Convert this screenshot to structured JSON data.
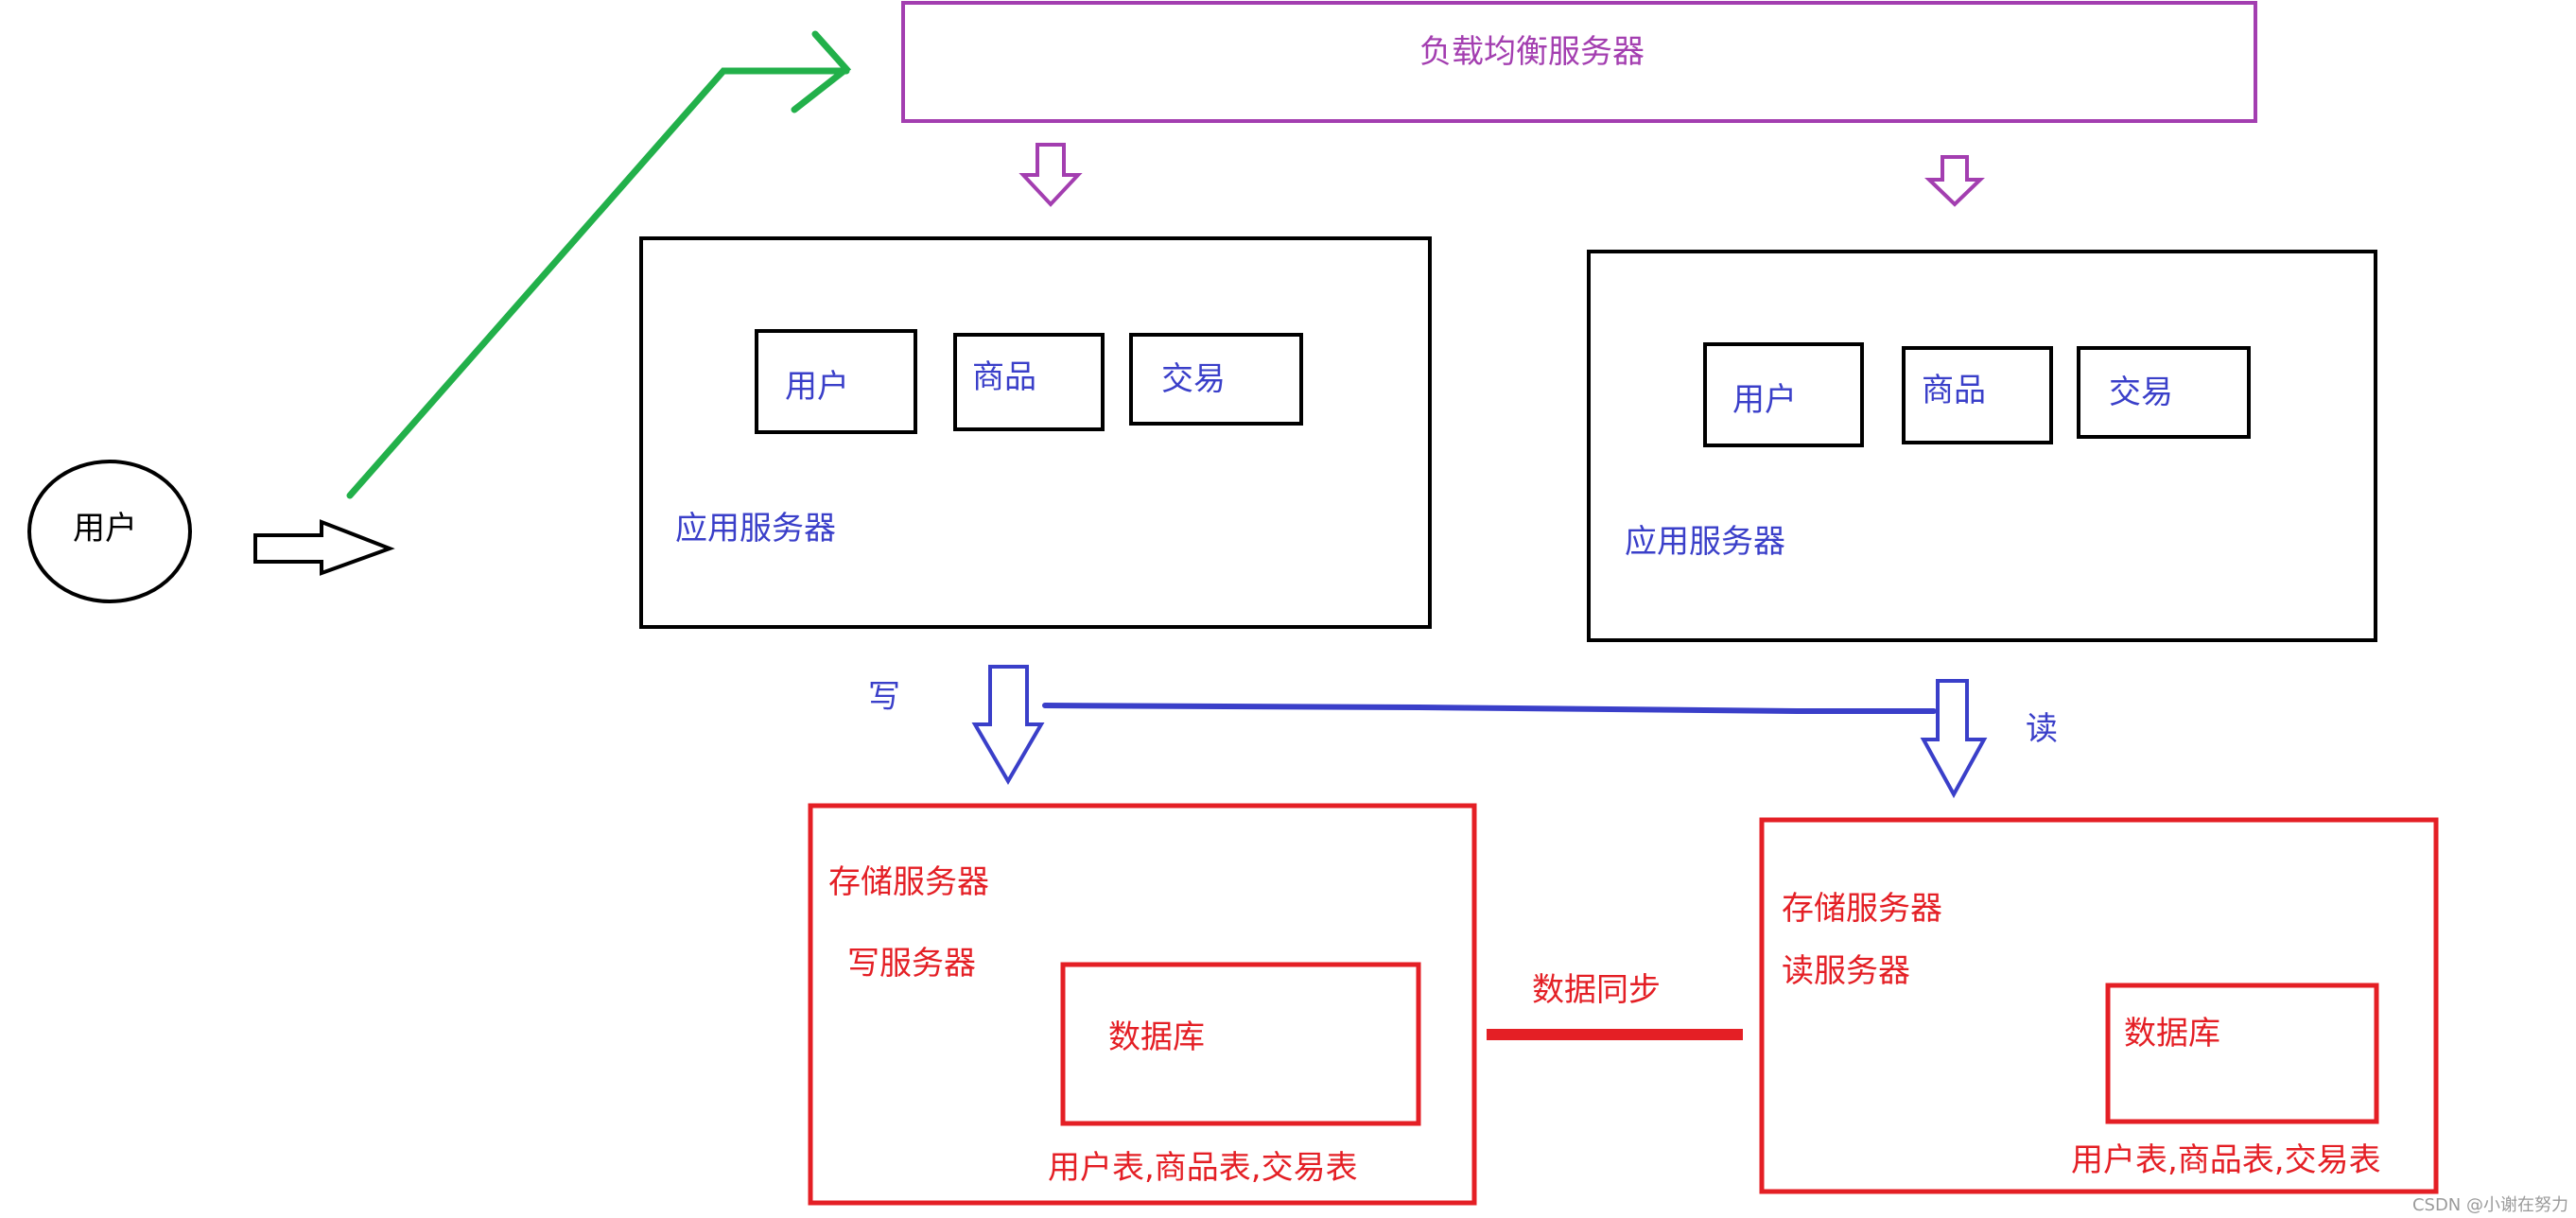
{
  "colors": {
    "black": "#000000",
    "purple": "#a33eb0",
    "blue": "#3a3fc9",
    "red": "#e41f25",
    "green": "#22b04a",
    "watermark": "#9a9a9a"
  },
  "user_node": {
    "label": "用户"
  },
  "load_balancer": {
    "label": "负载均衡服务器"
  },
  "app_server_left": {
    "label": "应用服务器",
    "modules": [
      "用户",
      "商品",
      "交易"
    ]
  },
  "app_server_right": {
    "label": "应用服务器",
    "modules": [
      "用户",
      "商品",
      "交易"
    ]
  },
  "write_label": "写",
  "read_label": "读",
  "storage_write": {
    "title": "存储服务器",
    "subtitle": "写服务器",
    "db_label": "数据库",
    "tables": "用户表,商品表,交易表"
  },
  "storage_read": {
    "title": "存储服务器",
    "subtitle": "读服务器",
    "db_label": "数据库",
    "tables": "用户表,商品表,交易表"
  },
  "sync_label": "数据同步",
  "watermark": "CSDN @小谢在努力"
}
